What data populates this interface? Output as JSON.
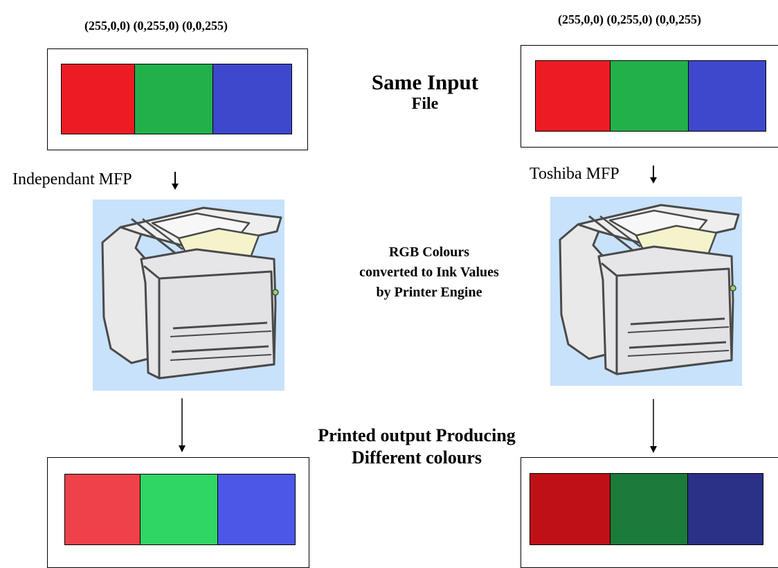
{
  "input": {
    "left_rgb_label": "(255,0,0) (0,255,0) (0,0,255)",
    "right_rgb_label": "(255,0,0) (0,255,0) (0,0,255)",
    "colors": [
      "#ed1c24",
      "#22b04b",
      "#3e48cc"
    ]
  },
  "center": {
    "same_input_line1": "Same Input",
    "same_input_line2": "File",
    "rgb_line1": "RGB Colours",
    "rgb_line2": "converted to Ink Values",
    "rgb_line3": "by Printer Engine",
    "output_line1": "Printed output Producing",
    "output_line2": "Different colours"
  },
  "printers": {
    "left_label": "Independant MFP",
    "right_label": "Toshiba MFP"
  },
  "output": {
    "left_colors": [
      "#ee414a",
      "#2fd663",
      "#4c57e8"
    ],
    "right_colors": [
      "#bf1018",
      "#1c7a3a",
      "#2a3187"
    ]
  }
}
